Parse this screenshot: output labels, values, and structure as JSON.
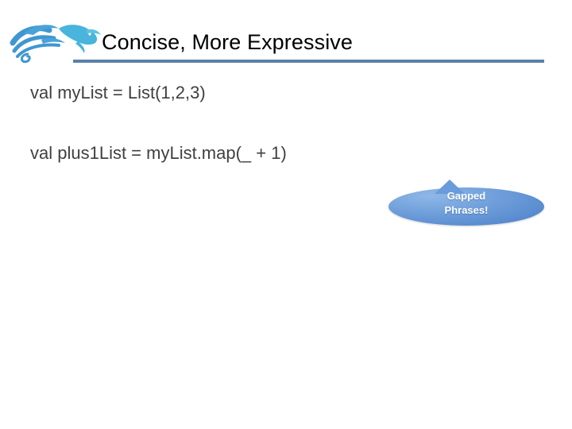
{
  "slide": {
    "background_color": "#ffffff",
    "header": {
      "logo_icon": "wave-bird-logo-icon",
      "logo_colors": {
        "wave_dark": "#3a8fcd",
        "wave_mid": "#4aa3d8",
        "bird_light": "#5bc4e0",
        "bird_mid": "#49b4dc"
      },
      "title": "Concise, More Expressive",
      "title_color": "#000000",
      "rule_color": "#5b81a8"
    },
    "body": {
      "code_color": "#404040",
      "lines": [
        "val myList = List(1,2,3)",
        "val plus1List = myList.map(_ + 1)"
      ]
    },
    "callout": {
      "icon": "speech-bubble-icon",
      "text_line_1": "Gapped",
      "text_line_2": "Phrases!",
      "fill_color": "#6a9bdc",
      "text_color": "#ffffff"
    }
  }
}
